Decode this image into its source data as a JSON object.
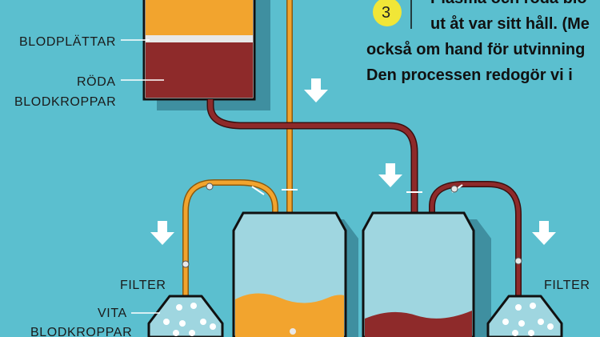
{
  "labels": {
    "blodplattar": "BLODPLÄTTAR",
    "roda_line1": "RÖDA",
    "roda_line2": "BLODKROPPAR",
    "filter_left": "FILTER",
    "filter_right": "FILTER",
    "vita_line1": "VITA",
    "vita_line2": "BLODKROPPAR"
  },
  "step": {
    "number": "3",
    "lines": [
      "Plasma och röda blo",
      "ut åt var sitt håll. (Me",
      "också om hand för utvinning",
      "Den processen redogör vi i"
    ]
  },
  "colors": {
    "background": "#5bbfcf",
    "plasma": "#f2a42e",
    "red_cells": "#8e2a2a",
    "platelets": "#e8e8e8",
    "container": "#9fd6e0",
    "shadow": "#3f8fa0",
    "step_badge": "#f1e637"
  }
}
